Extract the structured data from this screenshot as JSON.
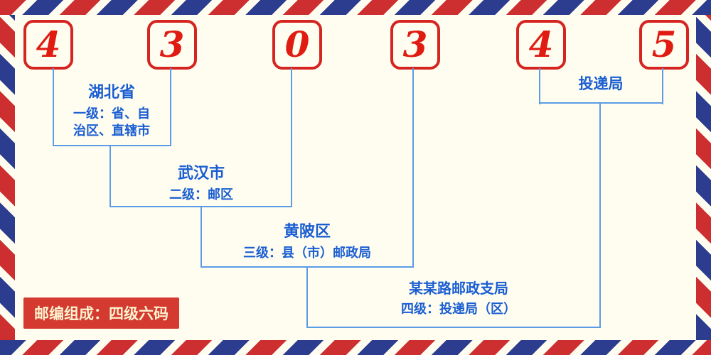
{
  "diagram": {
    "digits": [
      "4",
      "3",
      "0",
      "3",
      "4",
      "5"
    ],
    "levels": {
      "level1": {
        "title": "湖北省",
        "desc_line1": "一级：省、自",
        "desc_line2": "治区、直辖市"
      },
      "level2": {
        "title": "武汉市",
        "desc": "二级：邮区"
      },
      "level3": {
        "title": "黄陂区",
        "desc": "三级：县（市）邮政局"
      },
      "level4": {
        "title": "某某路邮政支局",
        "desc": "四级：投递局（区）"
      },
      "delivery": {
        "title": "投递局"
      }
    },
    "badge": "邮编组成：四级六码"
  },
  "colors": {
    "cream": "#fffdf0",
    "digit_red": "#e01b12",
    "box_red": "#d42520",
    "blue_text": "#1a5ed2",
    "blue_line": "#5b9ce6",
    "border_red": "#cd2f31",
    "border_blue": "#2c3c8e",
    "badge_bg": "#d43a30",
    "badge_text": "#fdf3cf"
  }
}
